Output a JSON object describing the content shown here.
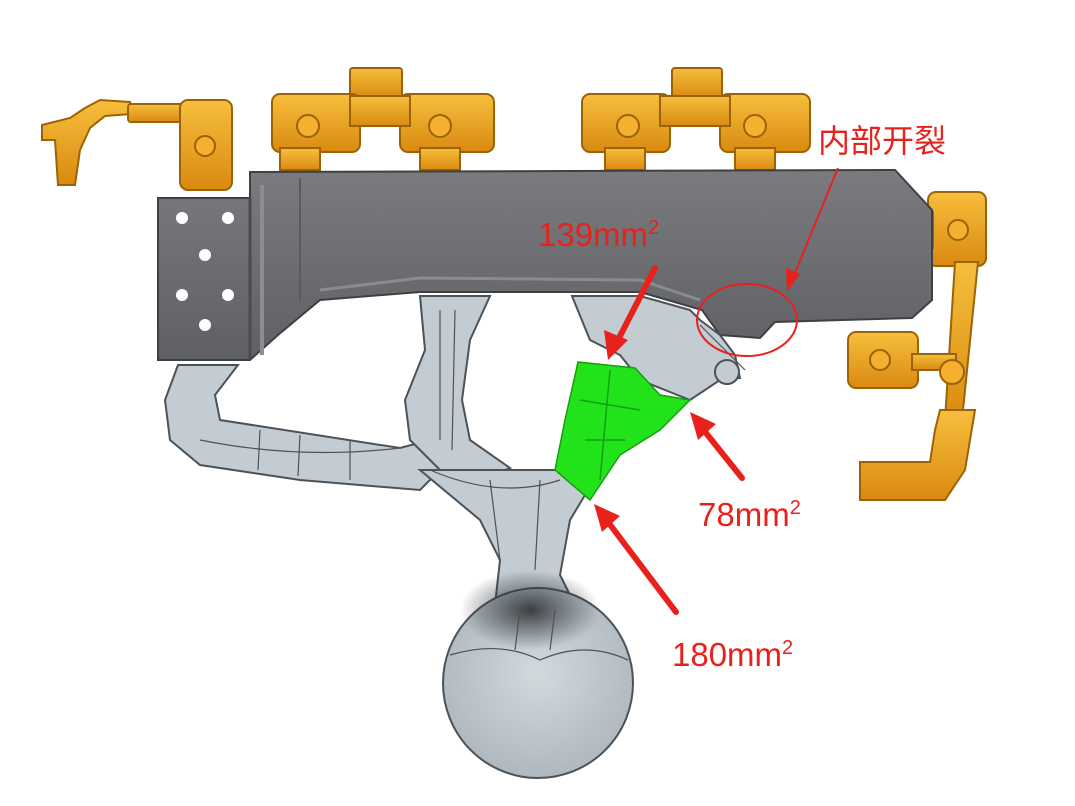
{
  "annotations": {
    "crack": "内部开裂",
    "area_139": {
      "value": "139mm",
      "exp": "2"
    },
    "area_78": {
      "value": "78mm",
      "exp": "2"
    },
    "area_180": {
      "value": "180mm",
      "exp": "2"
    }
  },
  "colors": {
    "annotation": "#e8211c",
    "casting": "#c3ccd2",
    "die_block": "#6d6e72",
    "gate_tab": "#f0a51e",
    "highlight": "#22e31a"
  }
}
